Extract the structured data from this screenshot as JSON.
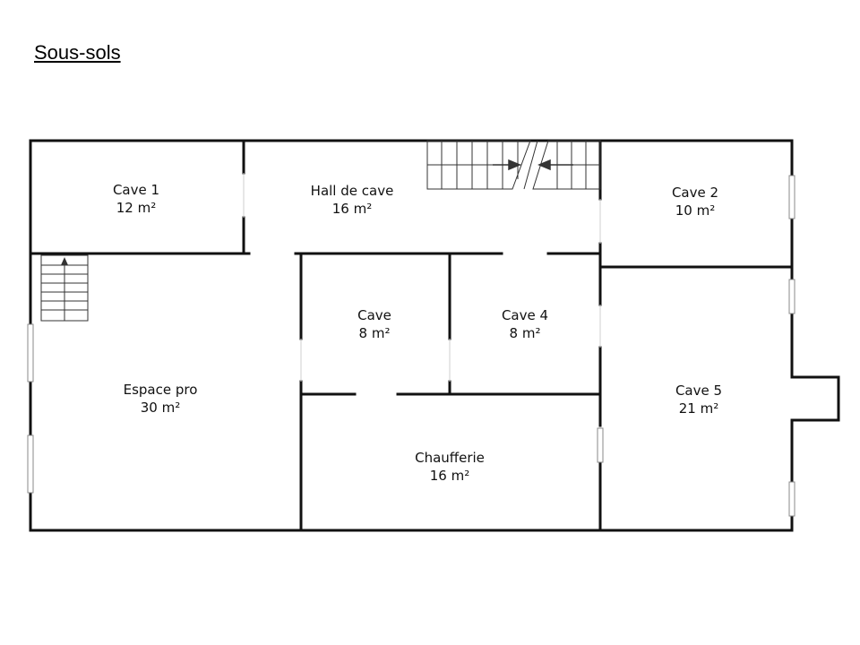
{
  "title": "Sous-sols",
  "rooms": [
    {
      "id": "cave-1",
      "name": "Cave 1",
      "area": "12 m²"
    },
    {
      "id": "hall-de-cave",
      "name": "Hall de cave",
      "area": "16 m²"
    },
    {
      "id": "cave-2",
      "name": "Cave 2",
      "area": "10 m²"
    },
    {
      "id": "cave",
      "name": "Cave",
      "area": "8 m²"
    },
    {
      "id": "cave-4",
      "name": "Cave 4",
      "area": "8 m²"
    },
    {
      "id": "espace-pro",
      "name": "Espace pro",
      "area": "30 m²"
    },
    {
      "id": "cave-5",
      "name": "Cave 5",
      "area": "21 m²"
    },
    {
      "id": "chaufferie",
      "name": "Chaufferie",
      "area": "16 m²"
    }
  ]
}
